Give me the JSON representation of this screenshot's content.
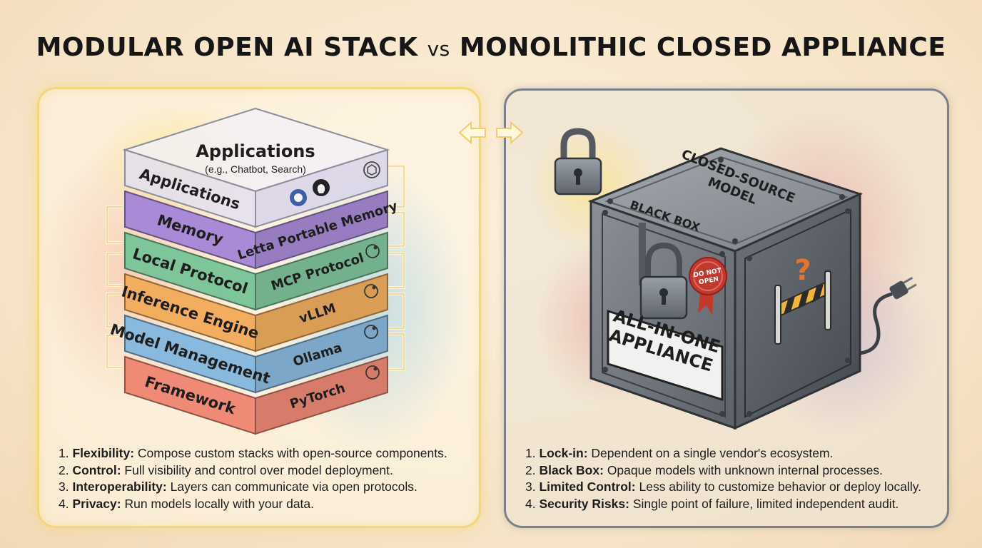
{
  "title": {
    "left": "MODULAR OPEN AI STACK",
    "vs": "vs",
    "right": "MONOLITHIC CLOSED APPLIANCE"
  },
  "stack": {
    "top_title": "Applications",
    "top_subtitle": "(e.g., Chatbot, Search)",
    "layers": [
      {
        "left": "Applications",
        "right": "",
        "color": "#b9a6df"
      },
      {
        "left": "Memory",
        "right": "Letta Portable Memory",
        "color": "#a98ad6"
      },
      {
        "left": "Local Protocol",
        "right": "MCP Protocol",
        "color": "#7fc59a"
      },
      {
        "left": "Inference Engine",
        "right": "vLLM",
        "color": "#f2ae5e"
      },
      {
        "left": "Model Management",
        "right": "Ollama",
        "color": "#8ab9de"
      },
      {
        "left": "Framework",
        "right": "PyTorch",
        "color": "#ef8a77"
      }
    ]
  },
  "appliance": {
    "top_label": "CLOSED-SOURCE MODEL",
    "black_box": "BLACK BOX",
    "seal": "DO NOT OPEN",
    "plate_line1": "ALL-IN-ONE",
    "plate_line2": "APPLIANCE",
    "question": "?"
  },
  "left_points": [
    {
      "n": "1.",
      "term": "Flexibility:",
      "text": "Compose custom stacks with open-source components."
    },
    {
      "n": "2.",
      "term": "Control:",
      "text": "Full visibility and control over model deployment."
    },
    {
      "n": "3.",
      "term": "Interoperability:",
      "text": "Layers can communicate via open protocols."
    },
    {
      "n": "4.",
      "term": "Privacy:",
      "text": "Run models locally with your data."
    }
  ],
  "right_points": [
    {
      "n": "1.",
      "term": "Lock-in:",
      "text": "Dependent on a single vendor's ecosystem."
    },
    {
      "n": "2.",
      "term": "Black Box:",
      "text": "Opaque models with unknown internal processes."
    },
    {
      "n": "3.",
      "term": "Limited Control:",
      "text": "Less ability to customize behavior or deploy locally."
    },
    {
      "n": "4.",
      "term": "Security Risks:",
      "text": "Single point of failure, limited independent audit."
    }
  ]
}
